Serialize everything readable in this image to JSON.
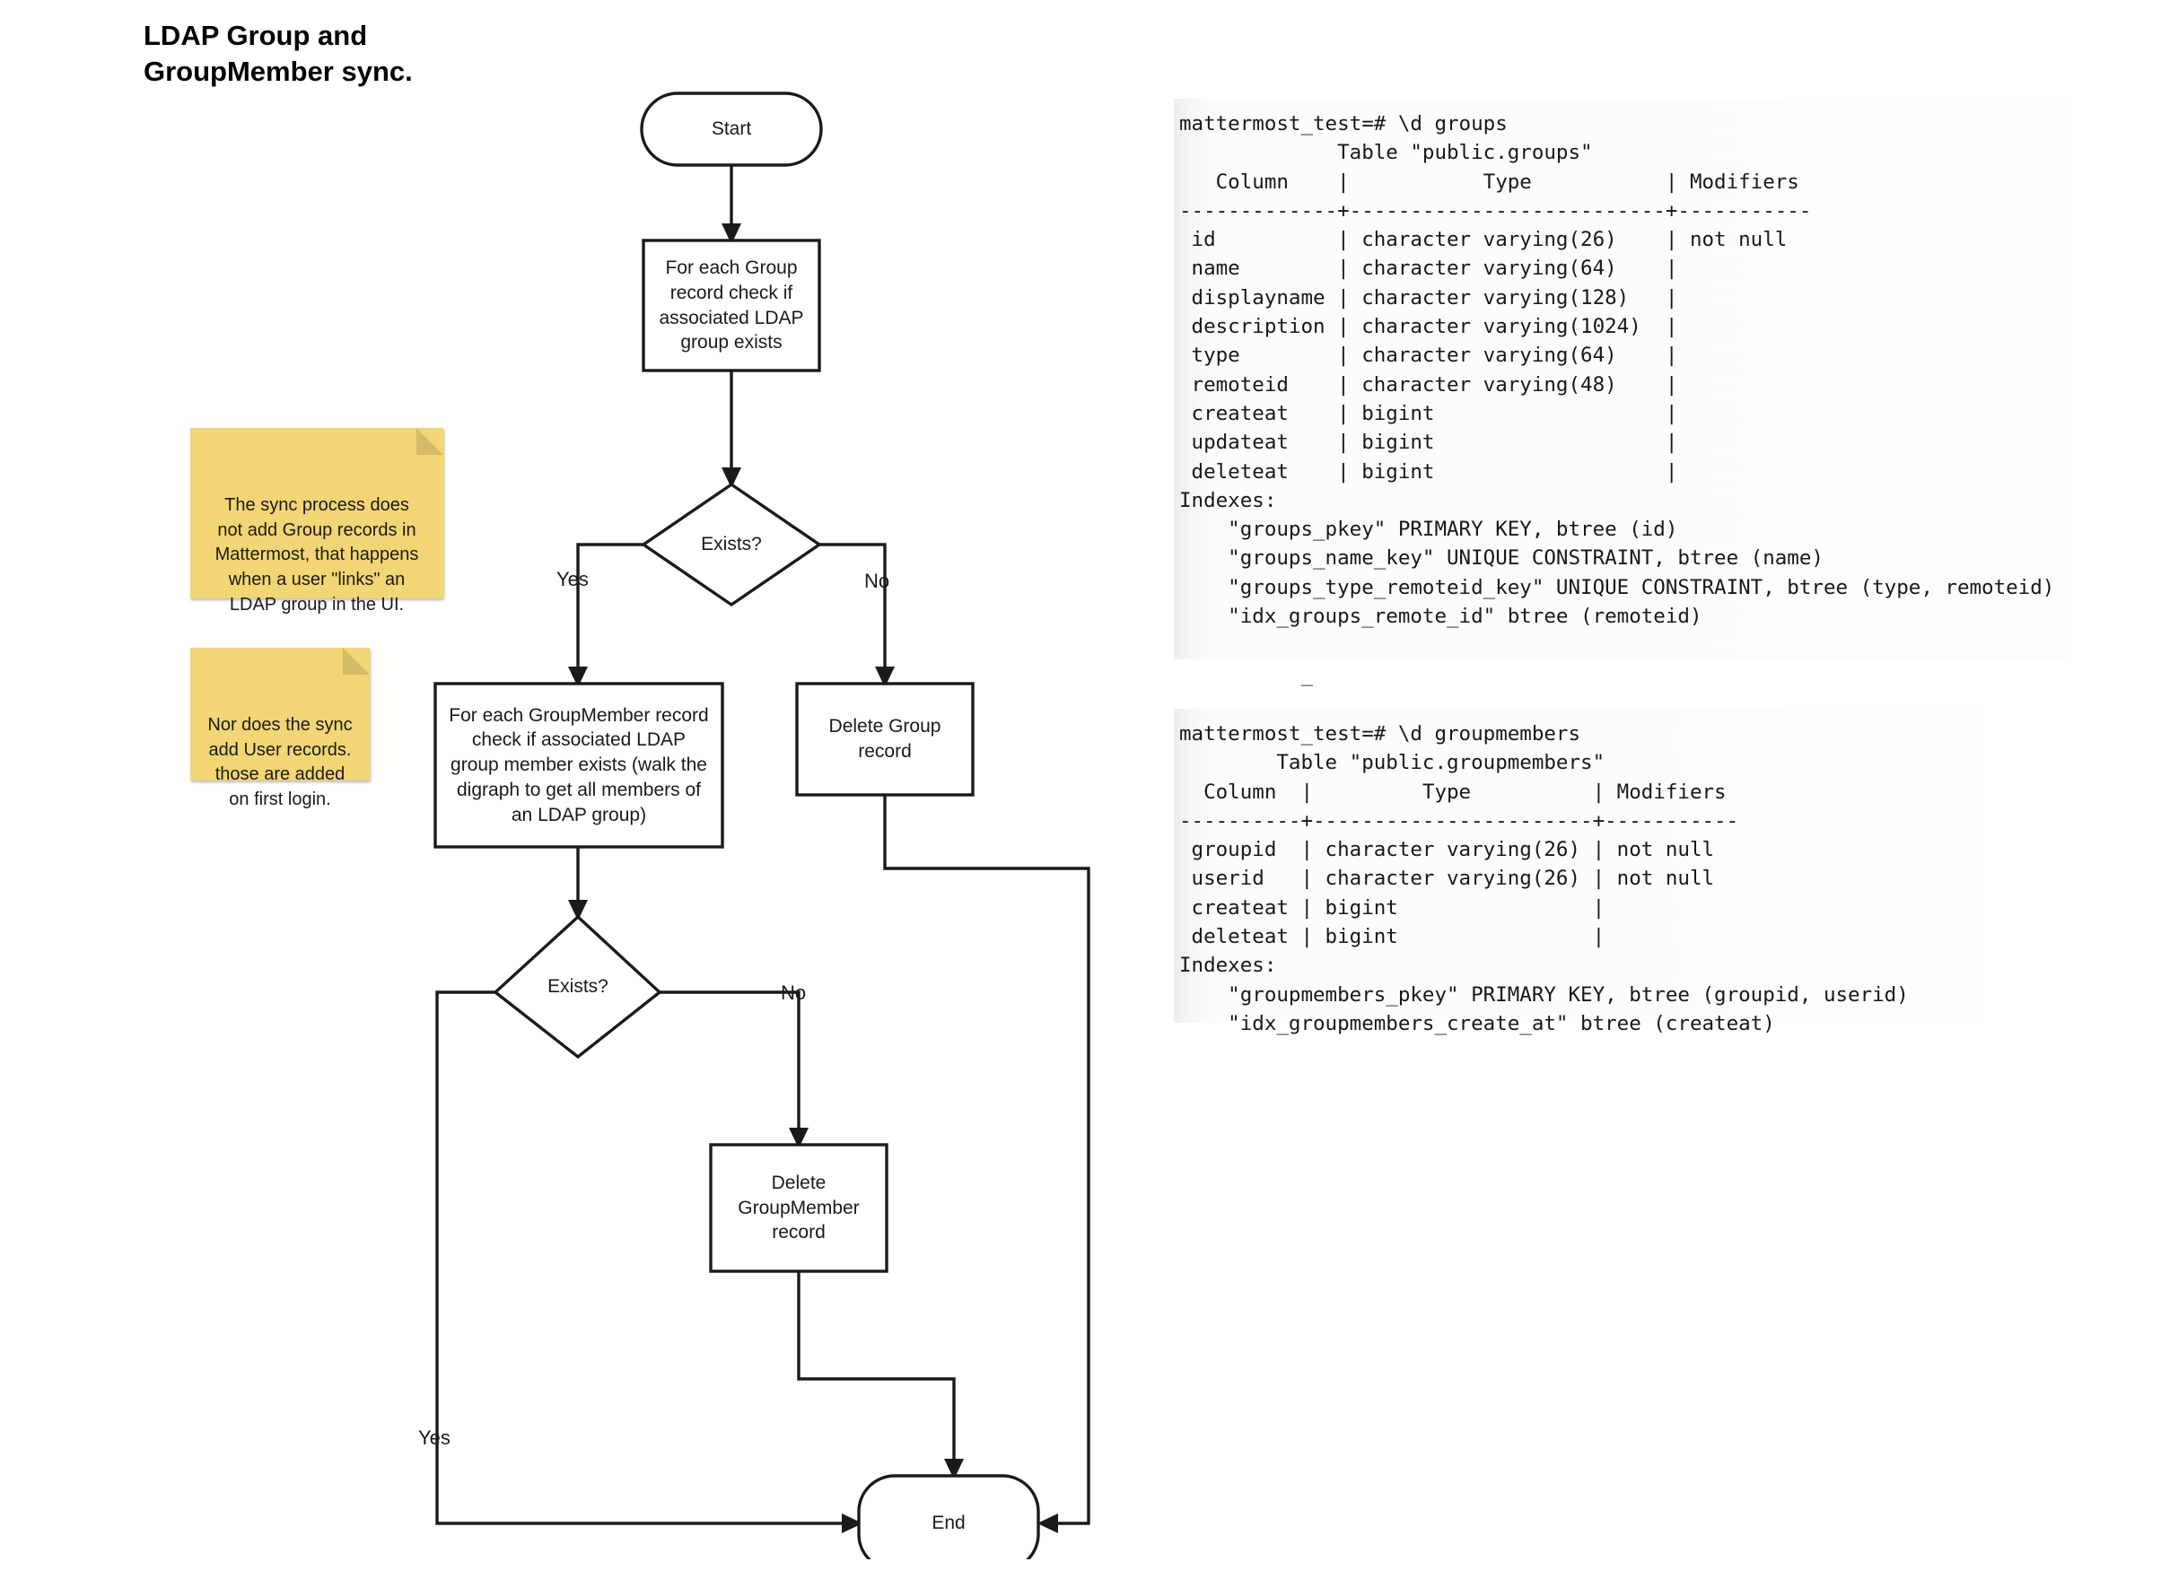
{
  "diagram": {
    "title": "LDAP Group and\nGroupMember sync.",
    "nodes": {
      "start": "Start",
      "check_group": "For each Group\nrecord check if\nassociated LDAP\ngroup exists",
      "decision_1": "Exists?",
      "check_groupmember": "For each GroupMember record\ncheck if associated LDAP\ngroup member exists (walk the\ndigraph to get all members of\nan LDAP group)",
      "delete_group": "Delete Group\nrecord",
      "decision_2": "Exists?",
      "delete_groupmember": "Delete\nGroupMember\nrecord",
      "end": "End"
    },
    "edges": {
      "d1_yes": "Yes",
      "d1_no": "No",
      "d2_no": "No",
      "d2_yes": "Yes"
    },
    "notes": [
      {
        "id": "sticky-note-1",
        "text": "The sync process does\nnot add Group records in\nMattermost, that happens\nwhen a user \"links\" an\nLDAP group in the UI."
      },
      {
        "id": "sticky-note-2",
        "text": "Nor does the sync\nadd User records.\nthose are added\non first login."
      }
    ],
    "colors": {
      "sticky_fill": "#f2d574",
      "sticky_fold": "#d4bb6a",
      "stroke": "#1a1a1a",
      "node_fill": "#ffffff"
    }
  },
  "terminals": [
    {
      "id": "terminal-groups",
      "lines": [
        "mattermost_test=# \\d groups",
        "             Table \"public.groups\"",
        "   Column    |           Type           | Modifiers",
        "-------------+--------------------------+-----------",
        " id          | character varying(26)    | not null",
        " name        | character varying(64)    |",
        " displayname | character varying(128)   |",
        " description | character varying(1024)  |",
        " type        | character varying(64)    |",
        " remoteid    | character varying(48)    |",
        " createat    | bigint                   |",
        " updateat    | bigint                   |",
        " deleteat    | bigint                   |",
        "Indexes:",
        "    \"groups_pkey\" PRIMARY KEY, btree (id)",
        "    \"groups_name_key\" UNIQUE CONSTRAINT, btree (name)",
        "    \"groups_type_remoteid_key\" UNIQUE CONSTRAINT, btree (type, remoteid)",
        "    \"idx_groups_remote_id\" btree (remoteid)",
        "",
        "          _"
      ]
    },
    {
      "id": "terminal-groupmembers",
      "lines": [
        "mattermost_test=# \\d groupmembers",
        "        Table \"public.groupmembers\"",
        "  Column  |         Type          | Modifiers",
        "----------+-----------------------+-----------",
        " groupid  | character varying(26) | not null",
        " userid   | character varying(26) | not null",
        " createat | bigint                |",
        " deleteat | bigint                |",
        "Indexes:",
        "    \"groupmembers_pkey\" PRIMARY KEY, btree (groupid, userid)",
        "    \"idx_groupmembers_create_at\" btree (createat)"
      ]
    }
  ]
}
